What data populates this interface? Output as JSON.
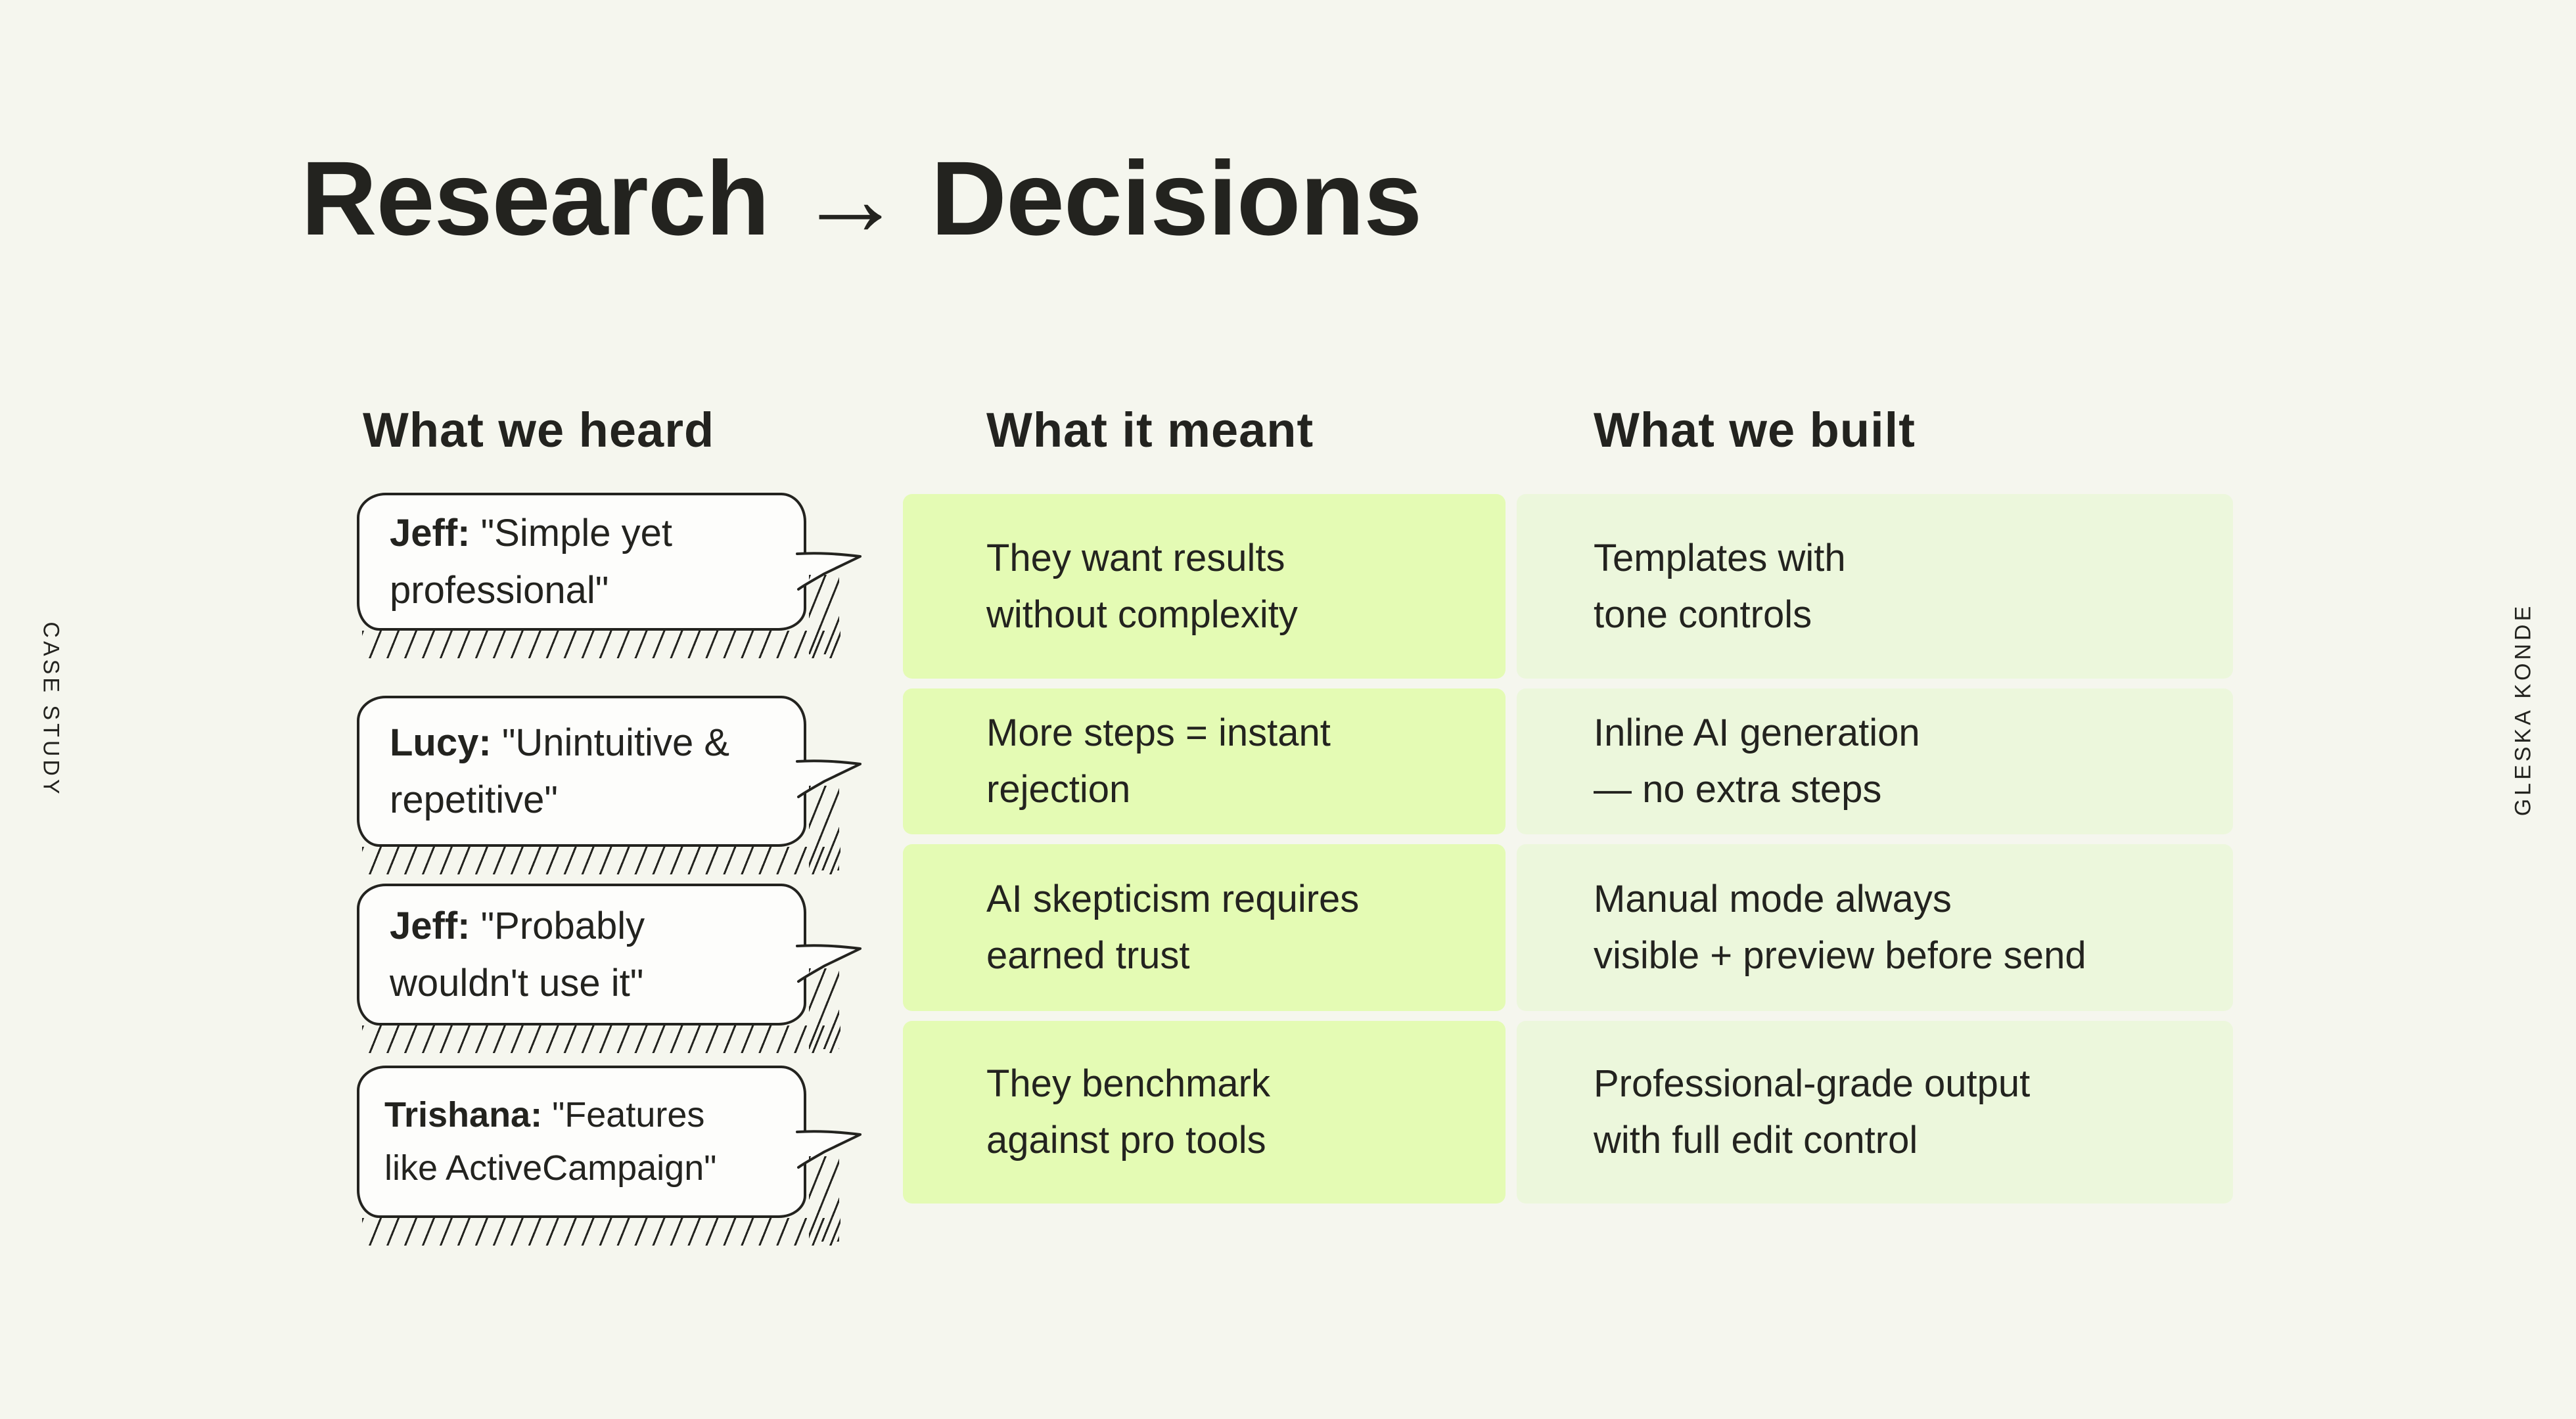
{
  "slide": {
    "title": "Research → Decisions",
    "left_vertical_label": "CASE STUDY",
    "right_vertical_label": "GLESKA KONDE"
  },
  "columns": {
    "heard": {
      "header": "What we heard",
      "bubbles": [
        {
          "name": "Jeff:",
          "quote": "\"Simple yet\nprofessional\""
        },
        {
          "name": "Lucy:",
          "quote": "\"Unintuitive &\nrepetitive\""
        },
        {
          "name": "Jeff:",
          "quote": "\"Probably\nwouldn't use it\""
        },
        {
          "name": "Trishana:",
          "quote": "\"Features\nlike ActiveCampaign\""
        }
      ]
    },
    "meant": {
      "header": "What it meant",
      "cards": [
        "They want results\nwithout complexity",
        "More steps = instant\nrejection",
        "AI skepticism requires\nearned trust",
        "They benchmark\nagainst pro tools"
      ]
    },
    "built": {
      "header": "What we built",
      "cards": [
        "Templates with\ntone controls",
        "Inline AI generation\n— no extra steps",
        "Manual mode always\nvisible + preview before send",
        "Professional-grade output\nwith full edit control"
      ]
    }
  },
  "colors": {
    "background": "#f5f6ee",
    "ink": "#23231f",
    "card_meant": "#e4fbb4",
    "card_built": "#ecf7dc",
    "bubble_fill": "#fdfdfb"
  }
}
